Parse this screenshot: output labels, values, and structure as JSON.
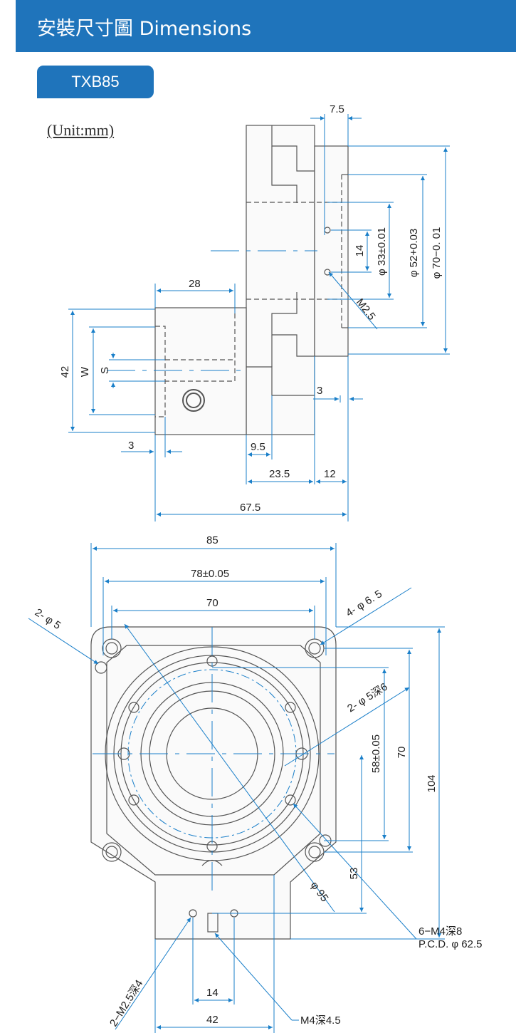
{
  "header": {
    "title": "安裝尺寸圖 Dimensions"
  },
  "model": {
    "name": "TXB85"
  },
  "unit": {
    "label": "(Unit:mm)"
  },
  "colors": {
    "header_blue": "#1f74bb",
    "dim_line": "#1a7fc9",
    "drawing_line": "#555555"
  },
  "side_view": {
    "d_7_5": "7.5",
    "d_phi70": "φ 70−0. 01",
    "d_phi52": "φ 52+0.03",
    "d_phi33": "φ 33±0.01",
    "d_14": "14",
    "d_m25": "M2.5",
    "d_28": "28",
    "d_42": "42",
    "d_w": "W",
    "d_s": "S",
    "d_3_right": "3",
    "d_3_left": "3",
    "d_9_5": "9.5",
    "d_23_5": "23.5",
    "d_12": "12",
    "d_67_5": "67.5"
  },
  "front_view": {
    "d_85": "85",
    "d_78": "78±0.05",
    "d_70_top": "70",
    "d_2phi5": "2- φ 5",
    "d_4phi65": "4- φ 6. 5",
    "d_2phi5deep6": "2- φ 5深6",
    "d_58": "58±0.05",
    "d_70_right": "70",
    "d_104": "104",
    "d_53": "53",
    "d_phi95": "φ 95",
    "d_6m4": "6−M4深8",
    "d_pcd": "P.C.D. φ 62.5",
    "d_m4deep": "M4深4.5",
    "d_14_bottom": "14",
    "d_42_bottom": "42",
    "d_2m25": "2−M2.5深4"
  }
}
